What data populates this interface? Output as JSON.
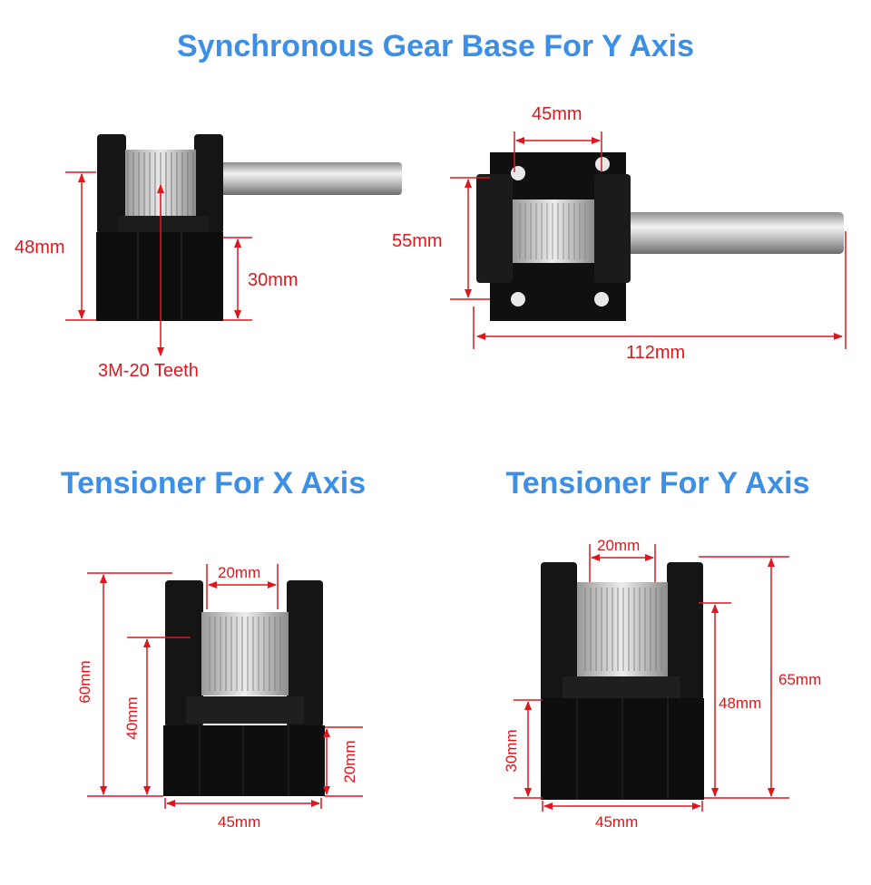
{
  "titles": {
    "gear_base": "Synchronous Gear Base For Y Axis",
    "tensioner_x": "Tensioner For X Axis",
    "tensioner_y": "Tensioner For Y Axis"
  },
  "dimensions": {
    "gb_side_height": "48mm",
    "gb_side_base": "30mm",
    "gb_teeth": "3M-20 Teeth",
    "gb_top_width": "45mm",
    "gb_top_height": "55mm",
    "gb_top_length": "112mm",
    "tx_pulley": "20mm",
    "tx_total": "60mm",
    "tx_mid": "40mm",
    "tx_base": "20mm",
    "tx_width": "45mm",
    "ty_pulley": "20mm",
    "ty_total": "65mm",
    "ty_mid": "48mm",
    "ty_base": "30mm",
    "ty_width": "45mm"
  },
  "colors": {
    "title": "#3d8fe6",
    "dimension": "#e0161c",
    "body": "#111111"
  }
}
